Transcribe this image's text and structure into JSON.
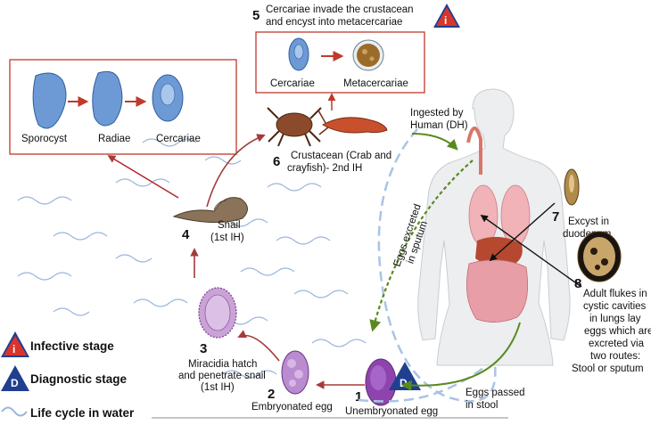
{
  "step5": {
    "number": "5",
    "line1": "Cercariae invade the crustacean",
    "line2": "and encyst into metacercariae",
    "cercariae": "Cercariae",
    "metacercariae": "Metacercariae"
  },
  "snail_box": {
    "sporocyst": "Sporocyst",
    "radiae": "Radiae",
    "cercariae": "Cercariae"
  },
  "step6": {
    "number": "6",
    "line1": "Crustacean (Crab and",
    "line2": "crayfish)- 2nd IH"
  },
  "step4": {
    "number": "4",
    "line1": "Snail",
    "line2": "(1st IH)"
  },
  "step3": {
    "number": "3",
    "line1": "Miracidia hatch",
    "line2": "and penetrate snail",
    "line3": "(1st IH)"
  },
  "step2": {
    "number": "2",
    "label": "Embryonated egg"
  },
  "step1": {
    "number": "1",
    "label": "Unembryonated egg"
  },
  "step7": {
    "number": "7",
    "line1": "Excyst in",
    "line2": "duodenum"
  },
  "step8": {
    "number": "8",
    "line1": "Adult flukes in",
    "line2": "cystic cavities",
    "line3": "in lungs lay",
    "line4": "eggs which are",
    "line5": "excreted via",
    "line6": "two routes:",
    "line7": "Stool or sputum"
  },
  "ingested": {
    "line1": "Ingested by",
    "line2": "Human (DH)"
  },
  "sputum": {
    "line1": "Eggs excreted",
    "line2": "in sputum"
  },
  "stool": {
    "line1": "Eggs passed",
    "line2": "in stool"
  },
  "legend": {
    "infective": "Infective stage",
    "diagnostic": "Diagnostic stage",
    "water": "Life cycle in water"
  },
  "badges": {
    "infective_letter": "i",
    "diagnostic_letter": "D"
  },
  "colors": {
    "cycle_arrow": "#a53a3a",
    "box_border": "#c0392b",
    "dashed_path": "#a9c4e4",
    "sputum_arrow": "#5a8a1e",
    "stool_arrow": "#5a8a1e",
    "infective_badge": "#d9342b",
    "diagnostic_badge": "#1f3f8f",
    "water_wave": "#9bb6dd"
  }
}
